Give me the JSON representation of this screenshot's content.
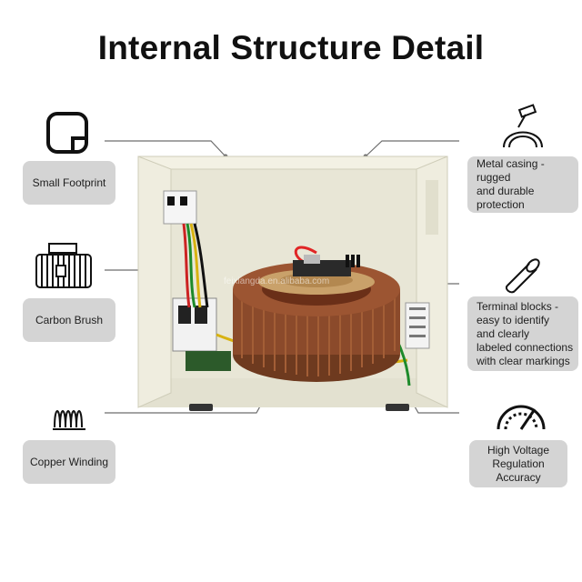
{
  "title": "Internal Structure Detail",
  "watermark": "feixiangda.en.alibaba.com",
  "callouts": {
    "small_footprint": "Small Footprint",
    "carbon_brush": "Carbon Brush",
    "copper_winding": "Copper Winding",
    "metal_casing": [
      "Metal casing - rugged",
      "and durable",
      "protection"
    ],
    "terminal_blocks": [
      "Terminal blocks -",
      "easy to identify",
      "and clearly",
      "labeled connections",
      "with clear markings"
    ],
    "high_voltage": [
      "High Voltage",
      "Regulation",
      "Accuracy"
    ]
  },
  "icons": [
    "footprint-icon",
    "carbon-brush-icon",
    "copper-coil-icon",
    "hammer-icon",
    "cable-icon",
    "gauge-icon"
  ],
  "colors": {
    "pill_bg": "#d4d4d4",
    "casing": "#eceadb",
    "copper": "#8b4a2b",
    "line": "#6e6e6e"
  }
}
